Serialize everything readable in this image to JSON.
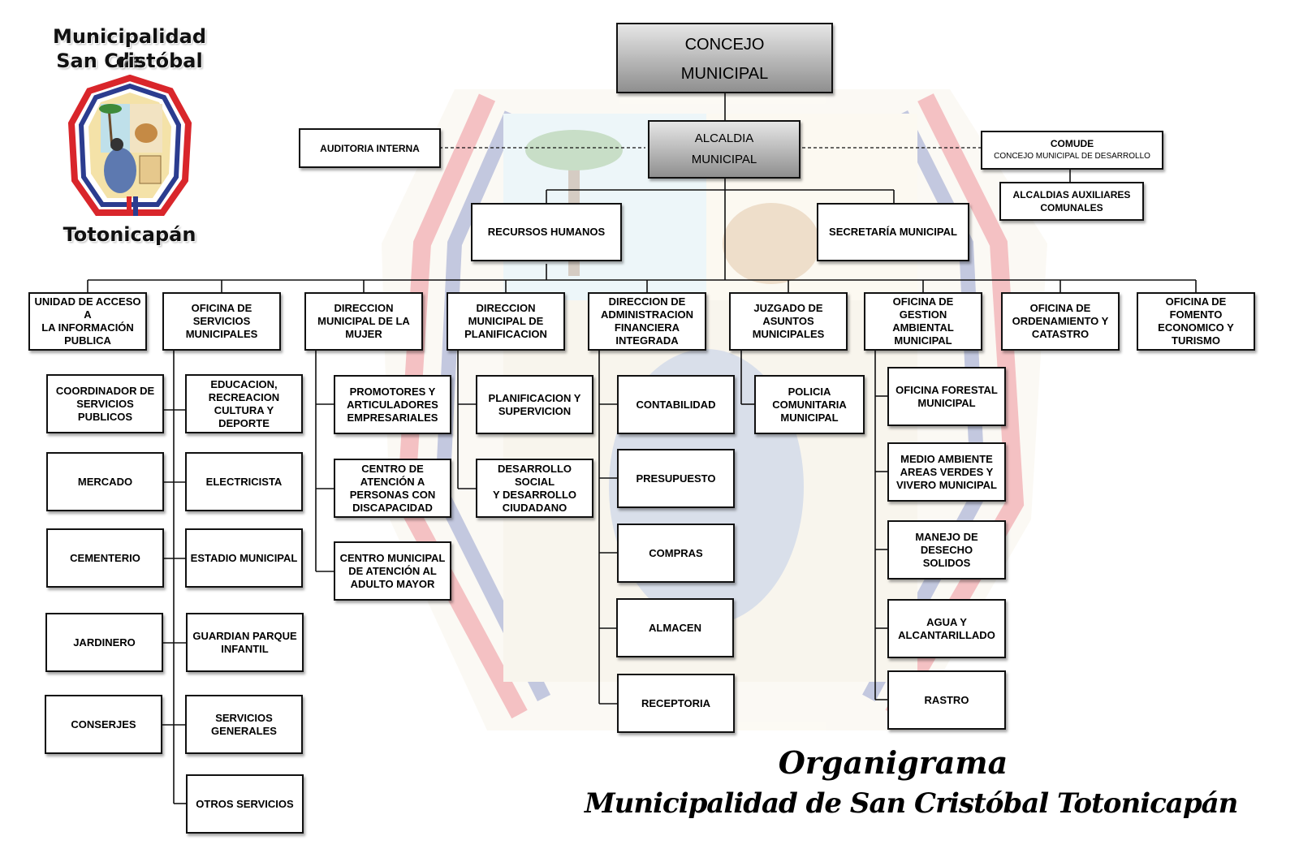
{
  "logo": {
    "line1": "Municipalidad de",
    "line2": "San Cristóbal",
    "line3": "Totonicapán"
  },
  "title": {
    "line1": "Organigrama",
    "line2": "Municipalidad de San Cristóbal Totonicapán"
  },
  "colors": {
    "red": "#d9262b",
    "blue": "#2b3c8f",
    "box_border": "#111111"
  },
  "nodes": {
    "concejo": [
      "CONCEJO",
      "MUNICIPAL"
    ],
    "alcaldia": [
      "ALCALDIA",
      "MUNICIPAL"
    ],
    "auditoria": "AUDITORIA INTERNA",
    "comude": [
      "COMUDE",
      "CONCEJO MUNICIPAL DE DESARROLLO"
    ],
    "alcaldias_aux": [
      "ALCALDIAS AUXILIARES",
      "COMUNALES"
    ],
    "rrhh": "RECURSOS HUMANOS",
    "secretaria": "SECRETARÍA MUNICIPAL",
    "uaip": [
      "UNIDAD DE ACCESO A",
      "LA INFORMACIÓN",
      "PUBLICA"
    ],
    "osm": [
      "OFICINA DE",
      "SERVICIOS",
      "MUNICIPALES"
    ],
    "dmm": [
      "DIRECCION",
      "MUNICIPAL DE LA",
      "MUJER"
    ],
    "dmp": [
      "DIRECCION",
      "MUNICIPAL DE",
      "PLANIFICACION"
    ],
    "dafim": [
      "DIRECCION DE",
      "ADMINISTRACION",
      "FINANCIERA",
      "INTEGRADA"
    ],
    "juzgado": [
      "JUZGADO DE",
      "ASUNTOS",
      "MUNICIPALES"
    ],
    "ogam": [
      "OFICINA DE GESTION",
      "AMBIENTAL",
      "MUNICIPAL"
    ],
    "catastro": [
      "OFICINA DE",
      "ORDENAMIENTO Y",
      "CATASTRO"
    ],
    "fomento": [
      "OFICINA DE",
      "FOMENTO",
      "ECONOMICO Y",
      "TURISMO"
    ],
    "coord_serv": [
      "COORDINADOR DE",
      "SERVICIOS PUBLICOS"
    ],
    "mercado": "MERCADO",
    "cementerio": "CEMENTERIO",
    "jardinero": "JARDINERO",
    "conserjes": "CONSERJES",
    "educacion": [
      "EDUCACION,",
      "RECREACION",
      "CULTURA Y DEPORTE"
    ],
    "electricista": "ELECTRICISTA",
    "estadio": "ESTADIO MUNICIPAL",
    "guardian": [
      "GUARDIAN PARQUE",
      "INFANTIL"
    ],
    "serv_generales": [
      "SERVICIOS",
      "GENERALES"
    ],
    "otros_serv": "OTROS SERVICIOS",
    "promotores": [
      "PROMOTORES Y",
      "ARTICULADORES",
      "EMPRESARIALES"
    ],
    "discapacidad": [
      "CENTRO DE",
      "ATENCIÓN A",
      "PERSONAS CON",
      "DISCAPACIDAD"
    ],
    "adulto_mayor": [
      "CENTRO MUNICIPAL",
      "DE ATENCIÓN AL",
      "ADULTO MAYOR"
    ],
    "planif_sup": [
      "PLANIFICACION Y",
      "SUPERVICION"
    ],
    "desarrollo_social": [
      "DESARROLLO SOCIAL",
      "Y DESARROLLO",
      "CIUDADANO"
    ],
    "contabilidad": "CONTABILIDAD",
    "presupuesto": "PRESUPUESTO",
    "compras": "COMPRAS",
    "almacen": "ALMACEN",
    "receptoria": "RECEPTORIA",
    "policia": [
      "POLICIA",
      "COMUNITARIA",
      "MUNICIPAL"
    ],
    "forestal": [
      "OFICINA FORESTAL",
      "MUNICIPAL"
    ],
    "medio_ambiente": [
      "MEDIO AMBIENTE",
      "AREAS VERDES Y",
      "VIVERO MUNICIPAL"
    ],
    "desechos": [
      "MANEJO DE DESECHO",
      "SOLIDOS"
    ],
    "agua": [
      "AGUA Y",
      "ALCANTARILLADO"
    ],
    "rastro": "RASTRO"
  }
}
